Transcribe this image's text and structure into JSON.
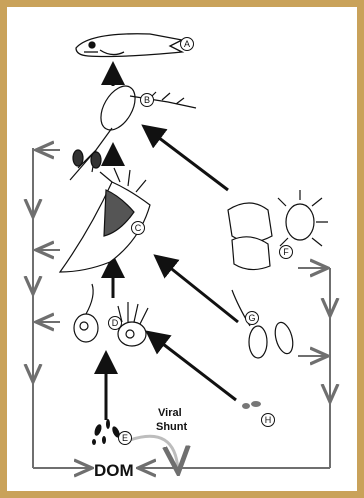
{
  "colors": {
    "frame": "#c9a25a",
    "background": "#ffffff",
    "arrow": "#111111",
    "flow_line": "#6f6f6f"
  },
  "labels": {
    "a": "A",
    "b": "B",
    "c": "C",
    "d": "D",
    "e": "E",
    "f": "F",
    "g": "G",
    "h": "H",
    "dom": "DOM",
    "viral": "Viral",
    "shunt": "Shunt"
  },
  "icons": [
    "fish-icon",
    "copepod-icon",
    "ciliate-icon",
    "flagellate-icon",
    "bacteria-icon",
    "phytoplankton-icon",
    "small-algae-icon",
    "virus-icon"
  ]
}
